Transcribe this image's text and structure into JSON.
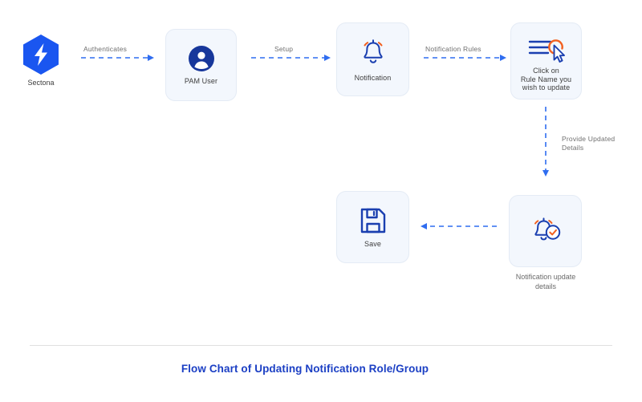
{
  "diagram": {
    "title": "Flow Chart of Updating Notification Role/Group",
    "colors": {
      "brand_blue": "#1a56f0",
      "deep_blue": "#17379b",
      "accent_orange": "#f2601f",
      "box_fill": "#f3f7fd",
      "box_border": "#e4ebf5",
      "label_gray": "#6f6f6f",
      "title_blue": "#1b3fc4"
    },
    "nodes": [
      {
        "id": "sectona",
        "label": "Sectona",
        "icon": "sectona-hexagon-bolt-logo",
        "type": "logo"
      },
      {
        "id": "pam-user",
        "label": "PAM User",
        "icon": "user-avatar-icon",
        "type": "box"
      },
      {
        "id": "notification",
        "label": "Notification",
        "icon": "bell-ringing-icon",
        "type": "box"
      },
      {
        "id": "click-rule-name",
        "label": "Click on\nRule Name you\nwish to update",
        "icon": "list-cursor-click-icon",
        "type": "box"
      },
      {
        "id": "notification-update-details",
        "label": "Notification update\ndetails",
        "icon": "bell-check-icon",
        "type": "box"
      },
      {
        "id": "save",
        "label": "Save",
        "icon": "floppy-disk-save-icon",
        "type": "box"
      }
    ],
    "edges": [
      {
        "id": "e1",
        "label": "Authenticates",
        "from": "sectona",
        "to": "pam-user",
        "direction": "right",
        "style": "dashed"
      },
      {
        "id": "e2",
        "label": "Setup",
        "from": "pam-user",
        "to": "notification",
        "direction": "right",
        "style": "dashed"
      },
      {
        "id": "e3",
        "label": "Notification Rules",
        "from": "notification",
        "to": "click-rule-name",
        "direction": "right",
        "style": "dashed"
      },
      {
        "id": "e4",
        "label": "Provide Updated\nDetails",
        "from": "click-rule-name",
        "to": "notification-update-details",
        "direction": "down",
        "style": "dashed"
      },
      {
        "id": "e5",
        "label": "",
        "from": "notification-update-details",
        "to": "save",
        "direction": "left",
        "style": "dashed"
      }
    ]
  }
}
